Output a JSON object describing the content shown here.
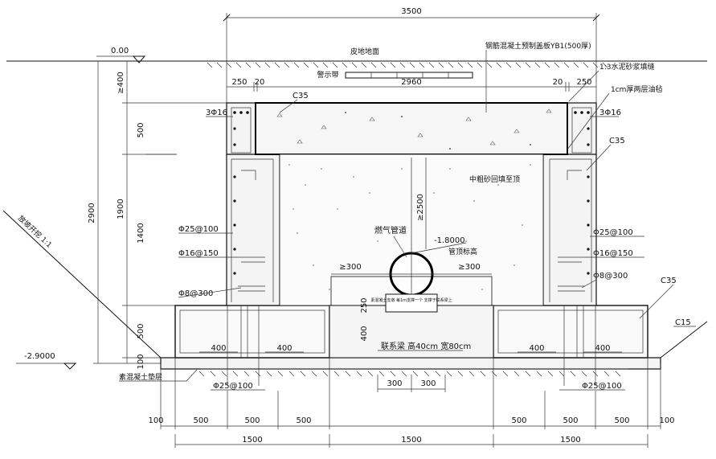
{
  "dimensions": {
    "top_total": "3500",
    "top_left_250": "250",
    "top_left_20": "20",
    "top_mid": "2960",
    "top_right_20": "20",
    "top_right_250": "250",
    "left_400": "≥400",
    "left_500": "500",
    "left_1900": "1900",
    "left_1400": "1400",
    "left_500b": "500",
    "left_100": "100",
    "left_2900": "2900",
    "vert_2500": "≥2500",
    "dim_300_left": "≥300",
    "dim_300_right": "≥300",
    "dim_250": "250",
    "dim_400_inner": "400",
    "footing_400_1": "400",
    "footing_400_2": "400",
    "footing_400_3": "400",
    "footing_400_4": "400",
    "bottom_300a": "300",
    "bottom_300b": "300",
    "bottom_row": [
      "100",
      "500",
      "500",
      "500",
      "500",
      "500",
      "500",
      "100"
    ],
    "bottom_totals": [
      "1500",
      "1500",
      "1500"
    ]
  },
  "elevations": {
    "top": "0.00",
    "bottom": "-2.9000",
    "pipe_top": "-1.8000"
  },
  "labels": {
    "ground": "皮地地面",
    "warning_tape": "警示带",
    "cover_plate": "钢筋混凝土预制盖板YB1(500厚)",
    "mortar": "1:3水泥砂浆填缝",
    "asphalt": "1cm厚两层油毡",
    "c35_top": "C35",
    "c35_right": "C35",
    "c35_footing": "C35",
    "c15": "C15",
    "rebar_3p16_left": "3Φ16",
    "rebar_3p16_right": "3Φ16",
    "rebar_25_left": "Φ25@100",
    "rebar_16_left": "Φ16@150",
    "rebar_8_left": "Φ8@300",
    "rebar_25_right": "Φ25@100",
    "rebar_16_right": "Φ16@150",
    "rebar_8_right": "Φ8@300",
    "rebar_bottom_left": "Φ25@100",
    "rebar_bottom_right": "Φ25@100",
    "backfill": "中粗砂回填至顶",
    "gas_pipe": "燃气管道",
    "pipe_top": "管顶标高",
    "slope": "放坡开挖 1:1",
    "plain_concrete": "素混凝土垫层",
    "tie_beam": "联系梁 高40cm 宽80cm",
    "small_block": "素混凝土支墩 每1m支撑一个 支撑于联系梁上"
  },
  "icons": {
    "elevation_marker": "elevation-triangle-icon",
    "rebar_dot": "rebar-dot-icon"
  }
}
